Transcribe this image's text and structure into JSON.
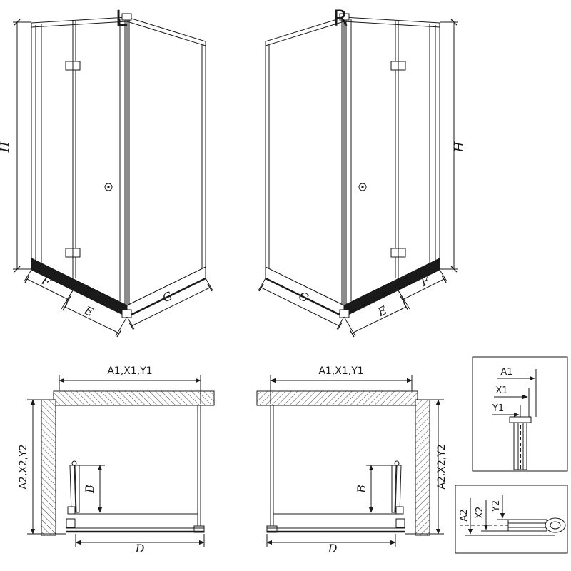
{
  "drawing": {
    "left_view": {
      "title": "L",
      "height_label": "H",
      "door_width_label": "F",
      "entry_label": "E",
      "side_width_label": "G"
    },
    "right_view": {
      "title": "R",
      "height_label": "H",
      "door_width_label": "F",
      "entry_label": "E",
      "side_width_label": "G"
    },
    "left_plan": {
      "width_label": "A1,X1,Y1",
      "depth_label": "A2,X2,Y2",
      "fold_depth_label": "B",
      "opening_label": "D"
    },
    "right_plan": {
      "width_label": "A1,X1,Y1",
      "depth_label": "A2,X2,Y2",
      "fold_depth_label": "B",
      "opening_label": "D"
    },
    "detail_width_profile": {
      "a1": "A1",
      "x1": "X1",
      "y1": "Y1"
    },
    "detail_depth_profile": {
      "a2": "A2",
      "x2": "X2",
      "y2": "Y2"
    },
    "colors": {
      "line": "#1a1a1a",
      "background": "#ffffff"
    }
  }
}
